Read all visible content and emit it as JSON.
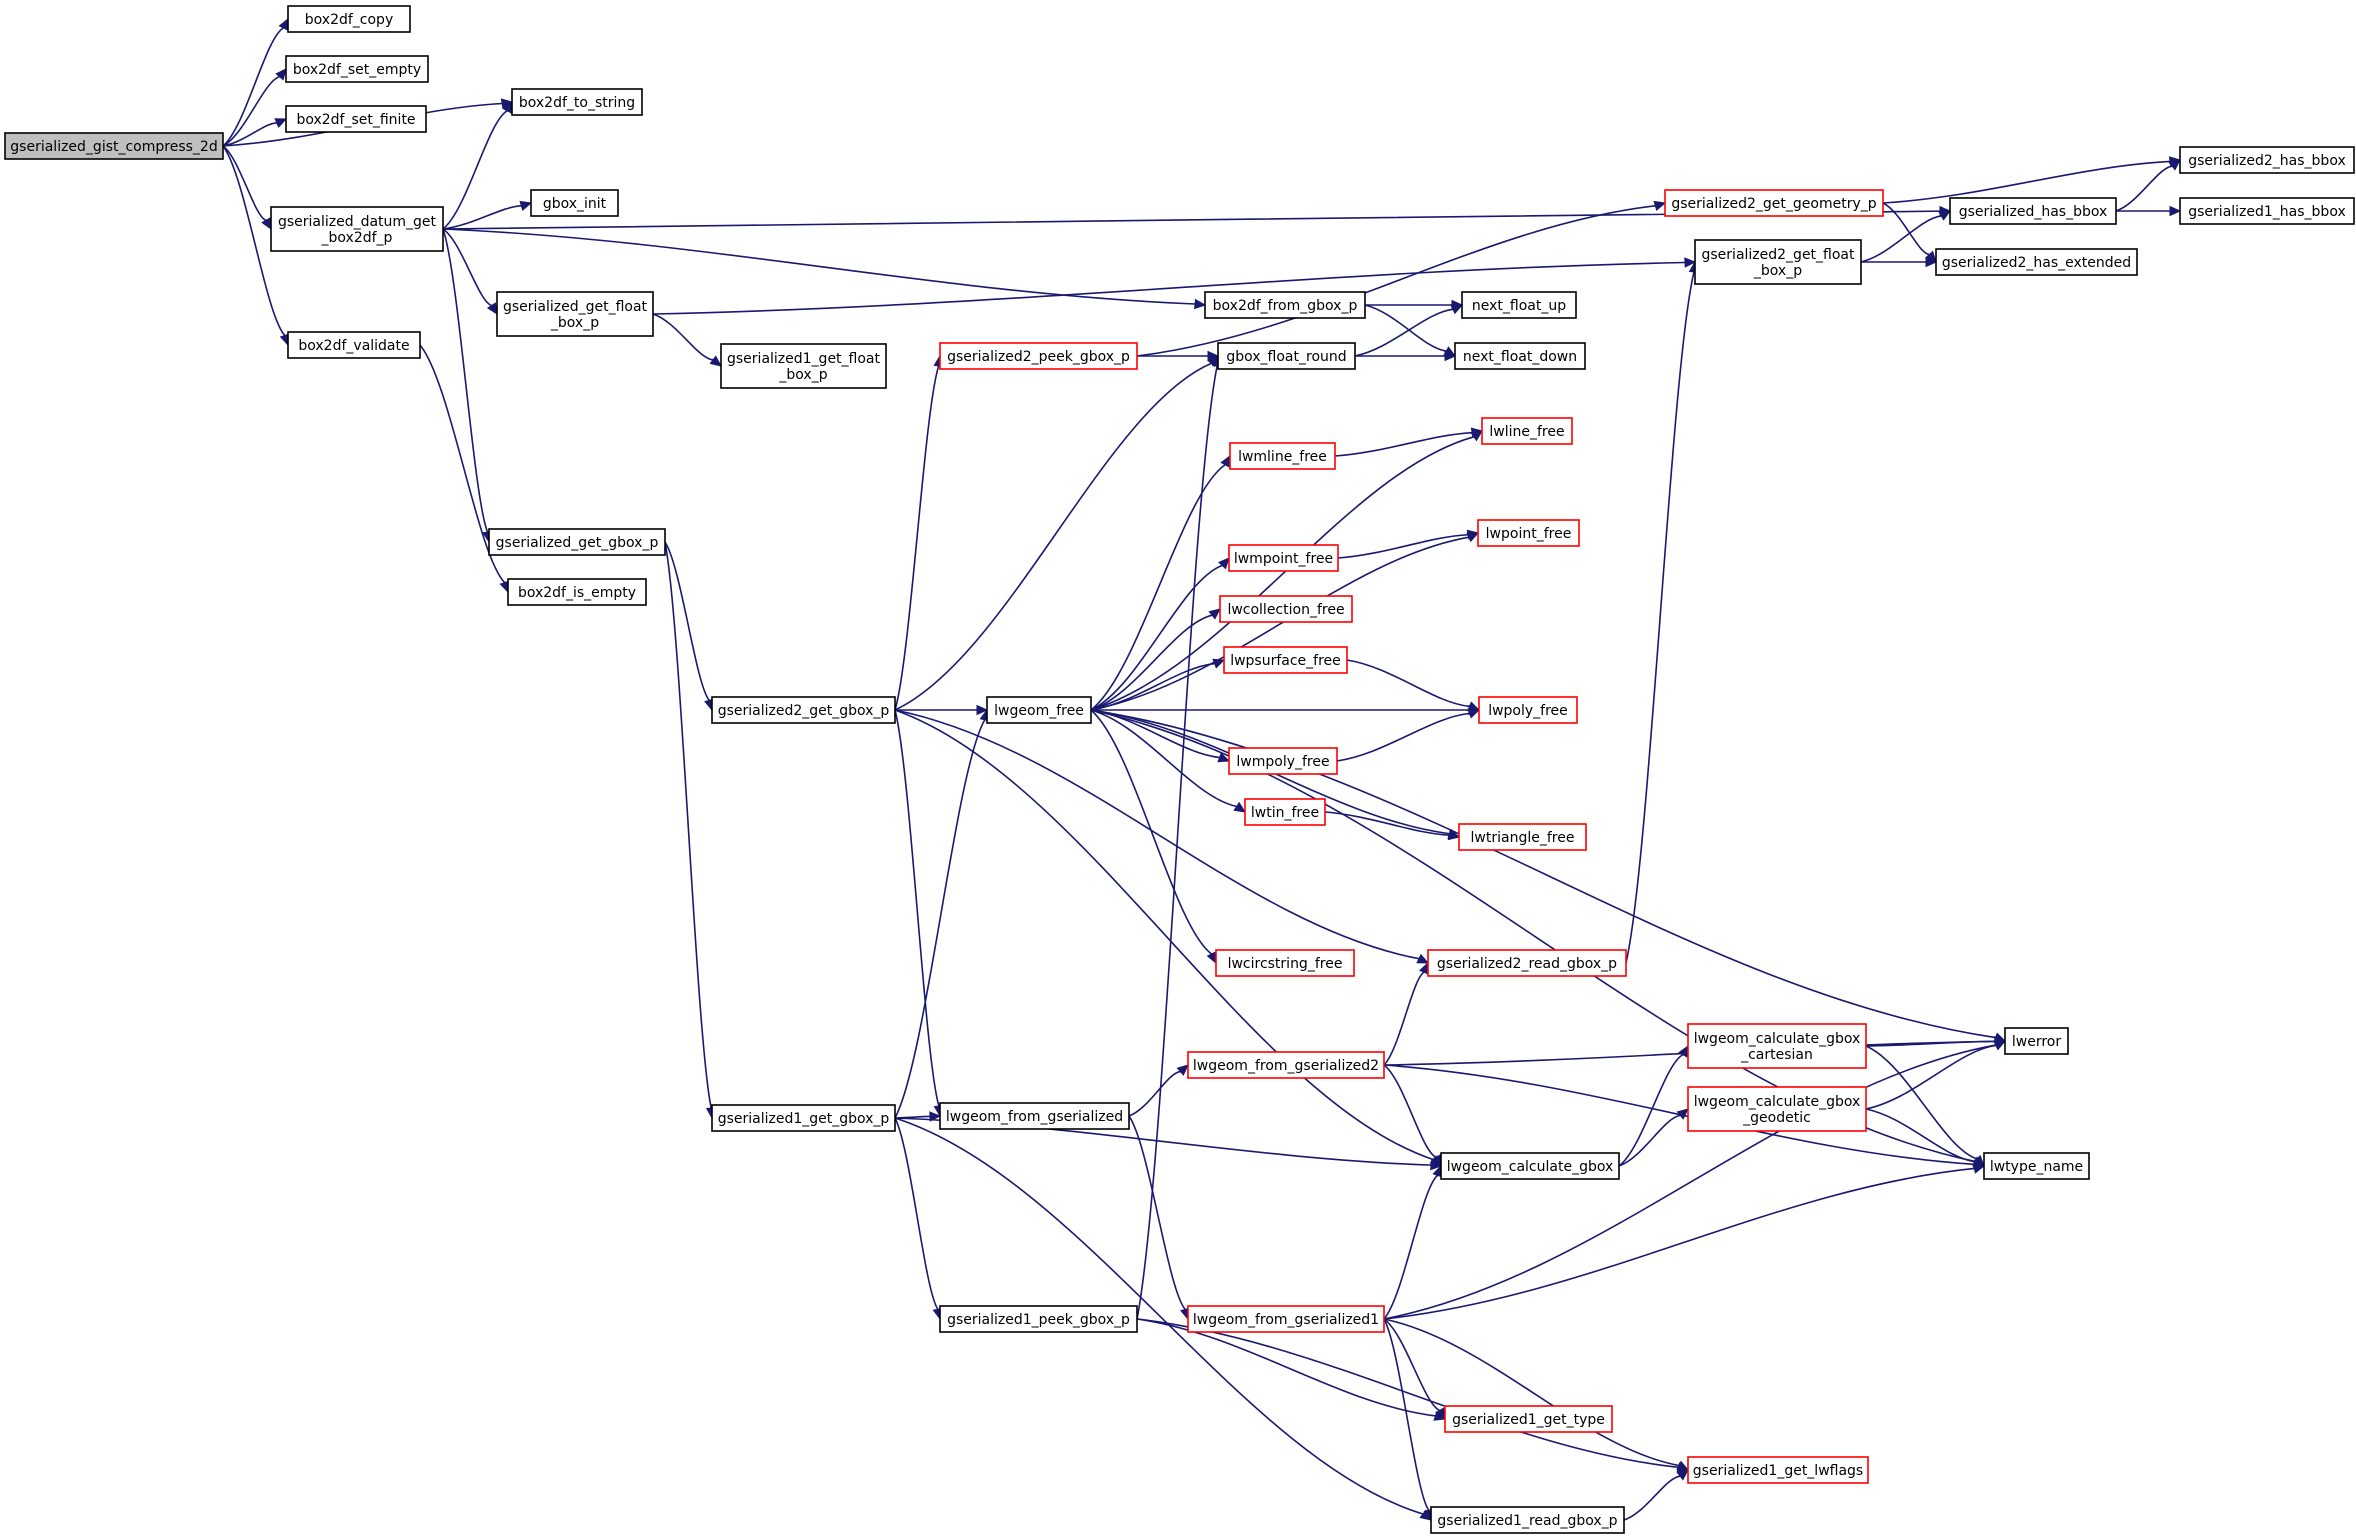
{
  "colors": {
    "edge": "#191970",
    "truncated_border": "#ff0000",
    "normal_border": "#000000",
    "root_fill": "#bfbfbf"
  },
  "nodes": {
    "gserialized_gist_compress_2d": {
      "lines": [
        "gserialized_gist_compress_2d"
      ],
      "style": "root"
    },
    "box2df_copy": {
      "lines": [
        "box2df_copy"
      ],
      "style": "normal"
    },
    "box2df_set_empty": {
      "lines": [
        "box2df_set_empty"
      ],
      "style": "normal"
    },
    "box2df_set_finite": {
      "lines": [
        "box2df_set_finite"
      ],
      "style": "normal"
    },
    "box2df_to_string": {
      "lines": [
        "box2df_to_string"
      ],
      "style": "normal"
    },
    "gserialized_datum_get_box2df_p": {
      "lines": [
        "gserialized_datum_get",
        "_box2df_p"
      ],
      "style": "normal"
    },
    "gbox_init": {
      "lines": [
        "gbox_init"
      ],
      "style": "normal"
    },
    "gserialized_get_float_box_p": {
      "lines": [
        "gserialized_get_float",
        "_box_p"
      ],
      "style": "normal"
    },
    "gserialized1_get_float_box_p": {
      "lines": [
        "gserialized1_get_float",
        "_box_p"
      ],
      "style": "normal"
    },
    "box2df_validate": {
      "lines": [
        "box2df_validate"
      ],
      "style": "normal"
    },
    "gserialized_get_gbox_p": {
      "lines": [
        "gserialized_get_gbox_p"
      ],
      "style": "normal"
    },
    "box2df_is_empty": {
      "lines": [
        "box2df_is_empty"
      ],
      "style": "normal"
    },
    "gserialized2_get_gbox_p": {
      "lines": [
        "gserialized2_get_gbox_p"
      ],
      "style": "normal"
    },
    "gserialized1_get_gbox_p": {
      "lines": [
        "gserialized1_get_gbox_p"
      ],
      "style": "normal"
    },
    "gserialized2_peek_gbox_p": {
      "lines": [
        "gserialized2_peek_gbox_p"
      ],
      "style": "truncated"
    },
    "gserialized2_get_geometry_p": {
      "lines": [
        "gserialized2_get_geometry_p"
      ],
      "style": "truncated"
    },
    "box2df_from_gbox_p": {
      "lines": [
        "box2df_from_gbox_p"
      ],
      "style": "normal"
    },
    "gbox_float_round": {
      "lines": [
        "gbox_float_round"
      ],
      "style": "normal"
    },
    "next_float_up": {
      "lines": [
        "next_float_up"
      ],
      "style": "normal"
    },
    "next_float_down": {
      "lines": [
        "next_float_down"
      ],
      "style": "normal"
    },
    "gserialized2_get_float_box_p": {
      "lines": [
        "gserialized2_get_float",
        "_box_p"
      ],
      "style": "normal"
    },
    "gserialized_has_bbox": {
      "lines": [
        "gserialized_has_bbox"
      ],
      "style": "normal"
    },
    "gserialized2_has_bbox": {
      "lines": [
        "gserialized2_has_bbox"
      ],
      "style": "normal"
    },
    "gserialized1_has_bbox": {
      "lines": [
        "gserialized1_has_bbox"
      ],
      "style": "normal"
    },
    "gserialized2_has_extended": {
      "lines": [
        "gserialized2_has_extended"
      ],
      "style": "normal"
    },
    "lwgeom_free": {
      "lines": [
        "lwgeom_free"
      ],
      "style": "normal"
    },
    "lwmline_free": {
      "lines": [
        "lwmline_free"
      ],
      "style": "truncated"
    },
    "lwline_free": {
      "lines": [
        "lwline_free"
      ],
      "style": "truncated"
    },
    "lwpoint_free": {
      "lines": [
        "lwpoint_free"
      ],
      "style": "truncated"
    },
    "lwmpoint_free": {
      "lines": [
        "lwmpoint_free"
      ],
      "style": "truncated"
    },
    "lwcollection_free": {
      "lines": [
        "lwcollection_free"
      ],
      "style": "truncated"
    },
    "lwpsurface_free": {
      "lines": [
        "lwpsurface_free"
      ],
      "style": "truncated"
    },
    "lwpoly_free": {
      "lines": [
        "lwpoly_free"
      ],
      "style": "truncated"
    },
    "lwmpoly_free": {
      "lines": [
        "lwmpoly_free"
      ],
      "style": "truncated"
    },
    "lwtin_free": {
      "lines": [
        "lwtin_free"
      ],
      "style": "truncated"
    },
    "lwtriangle_free": {
      "lines": [
        "lwtriangle_free"
      ],
      "style": "truncated"
    },
    "lwcircstring_free": {
      "lines": [
        "lwcircstring_free"
      ],
      "style": "truncated"
    },
    "gserialized2_read_gbox_p": {
      "lines": [
        "gserialized2_read_gbox_p"
      ],
      "style": "truncated"
    },
    "lwerror": {
      "lines": [
        "lwerror"
      ],
      "style": "normal"
    },
    "lwgeom_calculate_gbox_cartesian": {
      "lines": [
        "lwgeom_calculate_gbox",
        "_cartesian"
      ],
      "style": "truncated"
    },
    "lwgeom_from_gserialized2": {
      "lines": [
        "lwgeom_from_gserialized2"
      ],
      "style": "truncated"
    },
    "lwgeom_calculate_gbox_geodetic": {
      "lines": [
        "lwgeom_calculate_gbox",
        "_geodetic"
      ],
      "style": "truncated"
    },
    "lwgeom_from_gserialized": {
      "lines": [
        "lwgeom_from_gserialized"
      ],
      "style": "normal"
    },
    "lwgeom_calculate_gbox": {
      "lines": [
        "lwgeom_calculate_gbox"
      ],
      "style": "normal"
    },
    "lwtype_name": {
      "lines": [
        "lwtype_name"
      ],
      "style": "normal"
    },
    "gserialized1_peek_gbox_p": {
      "lines": [
        "gserialized1_peek_gbox_p"
      ],
      "style": "normal"
    },
    "lwgeom_from_gserialized1": {
      "lines": [
        "lwgeom_from_gserialized1"
      ],
      "style": "truncated"
    },
    "gserialized1_get_type": {
      "lines": [
        "gserialized1_get_type"
      ],
      "style": "truncated"
    },
    "gserialized1_get_lwflags": {
      "lines": [
        "gserialized1_get_lwflags"
      ],
      "style": "truncated"
    },
    "gserialized1_read_gbox_p": {
      "lines": [
        "gserialized1_read_gbox_p"
      ],
      "style": "normal"
    }
  },
  "edges": [
    [
      "gserialized_gist_compress_2d",
      "box2df_copy"
    ],
    [
      "gserialized_gist_compress_2d",
      "box2df_set_empty"
    ],
    [
      "gserialized_gist_compress_2d",
      "box2df_set_finite"
    ],
    [
      "gserialized_gist_compress_2d",
      "box2df_to_string"
    ],
    [
      "gserialized_gist_compress_2d",
      "gserialized_datum_get_box2df_p"
    ],
    [
      "gserialized_gist_compress_2d",
      "box2df_validate"
    ],
    [
      "gserialized_datum_get_box2df_p",
      "box2df_to_string"
    ],
    [
      "gserialized_datum_get_box2df_p",
      "gbox_init"
    ],
    [
      "gserialized_datum_get_box2df_p",
      "gserialized_get_float_box_p"
    ],
    [
      "gserialized_datum_get_box2df_p",
      "gserialized_get_gbox_p"
    ],
    [
      "gserialized_datum_get_box2df_p",
      "gserialized_has_bbox"
    ],
    [
      "gserialized_datum_get_box2df_p",
      "box2df_from_gbox_p"
    ],
    [
      "gserialized_get_float_box_p",
      "gserialized1_get_float_box_p"
    ],
    [
      "gserialized_get_float_box_p",
      "gserialized2_get_float_box_p"
    ],
    [
      "box2df_validate",
      "box2df_is_empty"
    ],
    [
      "gserialized_get_gbox_p",
      "gserialized2_get_gbox_p"
    ],
    [
      "gserialized_get_gbox_p",
      "gserialized1_get_gbox_p"
    ],
    [
      "gserialized2_get_gbox_p",
      "gserialized2_peek_gbox_p"
    ],
    [
      "gserialized2_get_gbox_p",
      "gbox_float_round"
    ],
    [
      "gserialized2_get_gbox_p",
      "lwgeom_free"
    ],
    [
      "gserialized2_get_gbox_p",
      "lwgeom_from_gserialized"
    ],
    [
      "gserialized2_get_gbox_p",
      "gserialized2_read_gbox_p"
    ],
    [
      "gserialized2_get_gbox_p",
      "lwgeom_calculate_gbox"
    ],
    [
      "gserialized2_peek_gbox_p",
      "gserialized2_get_geometry_p"
    ],
    [
      "gserialized2_peek_gbox_p",
      "gbox_float_round"
    ],
    [
      "gserialized2_get_geometry_p",
      "gserialized2_has_bbox"
    ],
    [
      "gserialized2_get_geometry_p",
      "gserialized2_has_extended"
    ],
    [
      "box2df_from_gbox_p",
      "next_float_up"
    ],
    [
      "box2df_from_gbox_p",
      "next_float_down"
    ],
    [
      "gbox_float_round",
      "next_float_up"
    ],
    [
      "gbox_float_round",
      "next_float_down"
    ],
    [
      "gserialized2_get_float_box_p",
      "gserialized_has_bbox"
    ],
    [
      "gserialized2_get_float_box_p",
      "gserialized2_has_extended"
    ],
    [
      "gserialized_has_bbox",
      "gserialized2_has_bbox"
    ],
    [
      "gserialized_has_bbox",
      "gserialized1_has_bbox"
    ],
    [
      "lwgeom_free",
      "lwmline_free"
    ],
    [
      "lwgeom_free",
      "lwline_free"
    ],
    [
      "lwgeom_free",
      "lwpoint_free"
    ],
    [
      "lwgeom_free",
      "lwmpoint_free"
    ],
    [
      "lwgeom_free",
      "lwcollection_free"
    ],
    [
      "lwgeom_free",
      "lwpsurface_free"
    ],
    [
      "lwgeom_free",
      "lwpoly_free"
    ],
    [
      "lwgeom_free",
      "lwmpoly_free"
    ],
    [
      "lwgeom_free",
      "lwtin_free"
    ],
    [
      "lwgeom_free",
      "lwtriangle_free"
    ],
    [
      "lwgeom_free",
      "lwcircstring_free"
    ],
    [
      "lwgeom_free",
      "lwerror"
    ],
    [
      "lwgeom_free",
      "lwtype_name"
    ],
    [
      "lwmline_free",
      "lwline_free"
    ],
    [
      "lwmpoint_free",
      "lwpoint_free"
    ],
    [
      "lwpsurface_free",
      "lwpoly_free"
    ],
    [
      "lwmpoly_free",
      "lwpoly_free"
    ],
    [
      "lwtin_free",
      "lwtriangle_free"
    ],
    [
      "gserialized2_read_gbox_p",
      "gserialized2_get_float_box_p"
    ],
    [
      "gserialized1_get_gbox_p",
      "lwgeom_free"
    ],
    [
      "gserialized1_get_gbox_p",
      "lwgeom_from_gserialized"
    ],
    [
      "gserialized1_get_gbox_p",
      "lwgeom_calculate_gbox"
    ],
    [
      "gserialized1_get_gbox_p",
      "gserialized1_peek_gbox_p"
    ],
    [
      "gserialized1_get_gbox_p",
      "gserialized1_read_gbox_p"
    ],
    [
      "lwgeom_from_gserialized",
      "lwgeom_from_gserialized2"
    ],
    [
      "lwgeom_from_gserialized",
      "lwgeom_from_gserialized1"
    ],
    [
      "lwgeom_from_gserialized2",
      "gserialized2_read_gbox_p"
    ],
    [
      "lwgeom_from_gserialized2",
      "lwerror"
    ],
    [
      "lwgeom_from_gserialized2",
      "lwgeom_calculate_gbox"
    ],
    [
      "lwgeom_from_gserialized2",
      "lwtype_name"
    ],
    [
      "lwgeom_calculate_gbox",
      "lwgeom_calculate_gbox_cartesian"
    ],
    [
      "lwgeom_calculate_gbox",
      "lwgeom_calculate_gbox_geodetic"
    ],
    [
      "lwgeom_calculate_gbox_cartesian",
      "lwerror"
    ],
    [
      "lwgeom_calculate_gbox_cartesian",
      "lwtype_name"
    ],
    [
      "lwgeom_calculate_gbox_geodetic",
      "lwerror"
    ],
    [
      "lwgeom_calculate_gbox_geodetic",
      "lwtype_name"
    ],
    [
      "gserialized1_peek_gbox_p",
      "gbox_float_round"
    ],
    [
      "gserialized1_peek_gbox_p",
      "gserialized1_get_type"
    ],
    [
      "gserialized1_peek_gbox_p",
      "gserialized1_get_lwflags"
    ],
    [
      "lwgeom_from_gserialized1",
      "lwgeom_calculate_gbox"
    ],
    [
      "lwgeom_from_gserialized1",
      "lwerror"
    ],
    [
      "lwgeom_from_gserialized1",
      "lwtype_name"
    ],
    [
      "lwgeom_from_gserialized1",
      "gserialized1_get_type"
    ],
    [
      "lwgeom_from_gserialized1",
      "gserialized1_get_lwflags"
    ],
    [
      "lwgeom_from_gserialized1",
      "gserialized1_read_gbox_p"
    ],
    [
      "gserialized1_read_gbox_p",
      "gserialized1_get_lwflags"
    ]
  ]
}
